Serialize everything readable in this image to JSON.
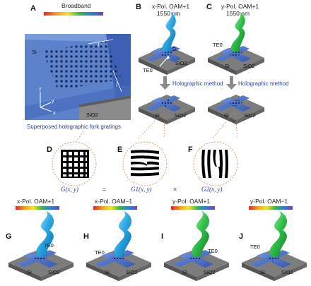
{
  "panel_a": {
    "letter": "A",
    "broadband": "Broadband",
    "si": "Si",
    "sio2": "SiO2",
    "l1": "l",
    "l2": "l",
    "axis_z": "z",
    "axis_y": "y",
    "axis_x": "x",
    "caption": "Superposed holographic fork gratings"
  },
  "panel_b": {
    "letter": "B",
    "title_line1": "x-Pol. OAM+1",
    "title_line2": "1550 nm",
    "si": "Si",
    "sio2": "SiO2",
    "te": "TE0"
  },
  "panel_c": {
    "letter": "C",
    "title_line1": "y-Pol. OAM+1",
    "title_line2": "1550 nm",
    "si": "Si",
    "sio2": "SiO2",
    "te": "TE0"
  },
  "holographic": {
    "label_b": "Holographic method",
    "label_c": "Holographic method"
  },
  "gratings": {
    "d": "D",
    "e": "E",
    "f": "F",
    "eq_g": "G(x, y)",
    "eq_equals": "=",
    "eq_g1": "G1(x, y)",
    "eq_times": "×",
    "eq_g2": "G2(x, y)"
  },
  "bottom": [
    {
      "letter": "G",
      "title": "x-Pol. OAM+1",
      "te": "TE0",
      "si": "Si",
      "sio2": "SiO2"
    },
    {
      "letter": "H",
      "title": "x-Pol. OAM−1",
      "te": "TE0",
      "si": "Si",
      "sio2": "SiO2"
    },
    {
      "letter": "I",
      "title": "y-Pol. OAM+1",
      "te": "TE0",
      "si": "Si",
      "sio2": "SiO2"
    },
    {
      "letter": "J",
      "title": "y-Pol. OAM−1",
      "te": "TE0",
      "si": "Si",
      "sio2": "SiO2"
    }
  ],
  "colors": {
    "blue_beam": "#2aa6e0",
    "green_beam": "#28b24a",
    "si_blue": "#4a6fc4",
    "substrate": "#7d7d7d",
    "text_blue": "#2a3f9d"
  }
}
